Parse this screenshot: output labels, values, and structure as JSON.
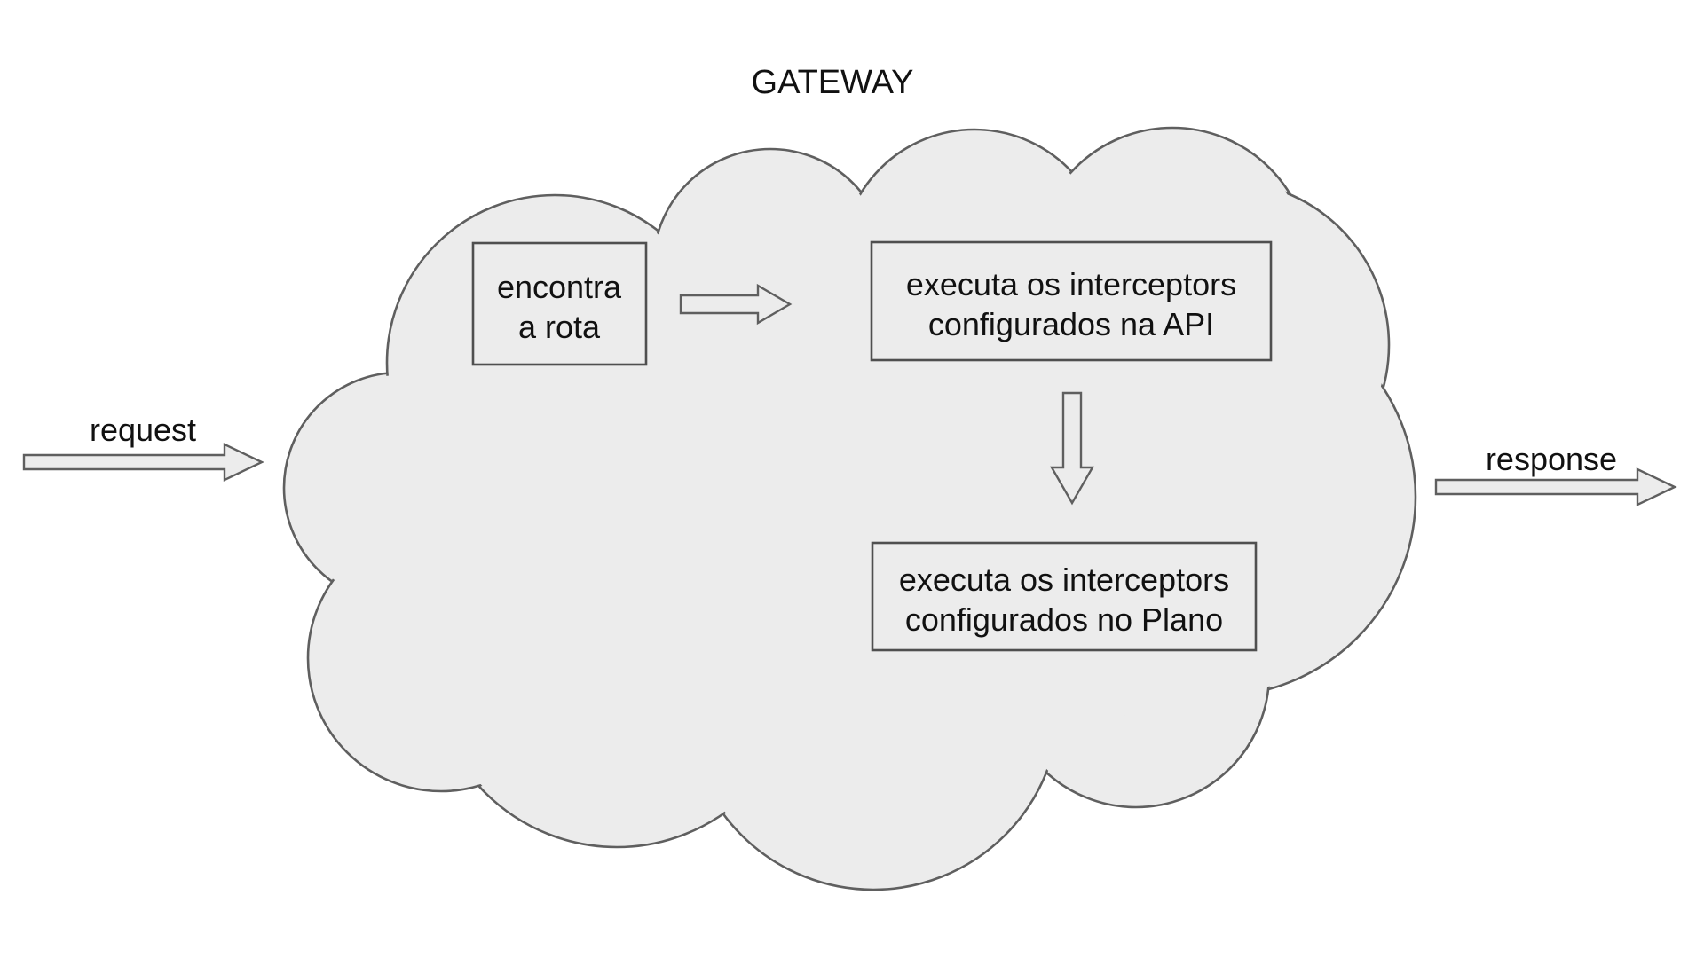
{
  "diagram": {
    "title": "GATEWAY",
    "request_label": "request",
    "response_label": "response",
    "nodes": {
      "find_route": {
        "line1": "encontra",
        "line2": "a rota"
      },
      "api_interceptors": {
        "line1": "executa os interceptors",
        "line2": "configurados na API"
      },
      "plan_interceptors": {
        "line1": "executa os interceptors",
        "line2": "configurados no Plano"
      }
    },
    "icons": {
      "request_arrow": "right-arrow-icon",
      "route_to_api_arrow": "right-arrow-icon",
      "api_to_plan_arrow": "down-arrow-icon",
      "response_arrow": "right-arrow-icon"
    }
  },
  "colors": {
    "background": "#ffffff",
    "shape_fill": "#ececec",
    "shape_stroke": "#5f5f5f",
    "box_border": "#4f4f4f",
    "text": "#111111"
  }
}
